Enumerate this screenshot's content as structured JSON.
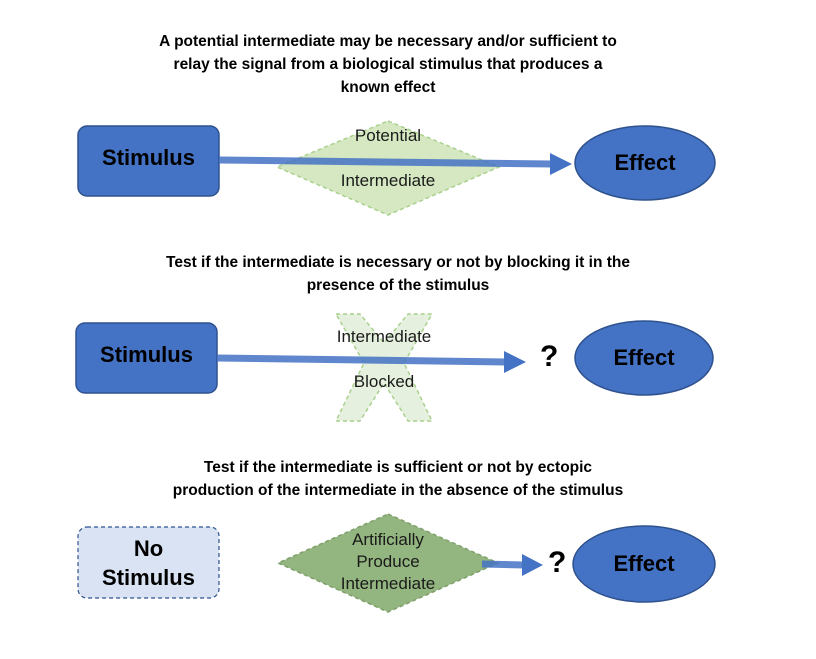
{
  "colors": {
    "box_fill": "#4472C4",
    "box_stroke": "#2F528F",
    "arrow": "#4472C4",
    "diamond_fill": "#D5E8C1",
    "diamond_stroke": "#A9D08E",
    "diamond_dark_fill": "#93B57F",
    "diamond_dark_stroke": "#7F9F6B",
    "no_stimulus_fill": "#DAE3F3",
    "no_stimulus_stroke": "#2F528F"
  },
  "panel1": {
    "caption": [
      "A potential intermediate may be necessary and/or sufficient to",
      "relay the signal from a biological stimulus that produces a",
      "known effect"
    ],
    "stimulus": "Stimulus",
    "intermediate_top": "Potential",
    "intermediate_bottom": "Intermediate",
    "effect": "Effect"
  },
  "panel2": {
    "caption": [
      "Test if the intermediate is necessary or not by blocking it in the",
      "presence of the stimulus"
    ],
    "stimulus": "Stimulus",
    "intermediate_top": "Intermediate",
    "intermediate_bottom": "Blocked",
    "question": "?",
    "effect": "Effect"
  },
  "panel3": {
    "caption": [
      "Test if the intermediate is sufficient or not by ectopic",
      "production of the intermediate in the absence of the stimulus"
    ],
    "no_stimulus": [
      "No",
      "Stimulus"
    ],
    "intermediate": [
      "Artificially",
      "Produce",
      "Intermediate"
    ],
    "question": "?",
    "effect": "Effect"
  }
}
